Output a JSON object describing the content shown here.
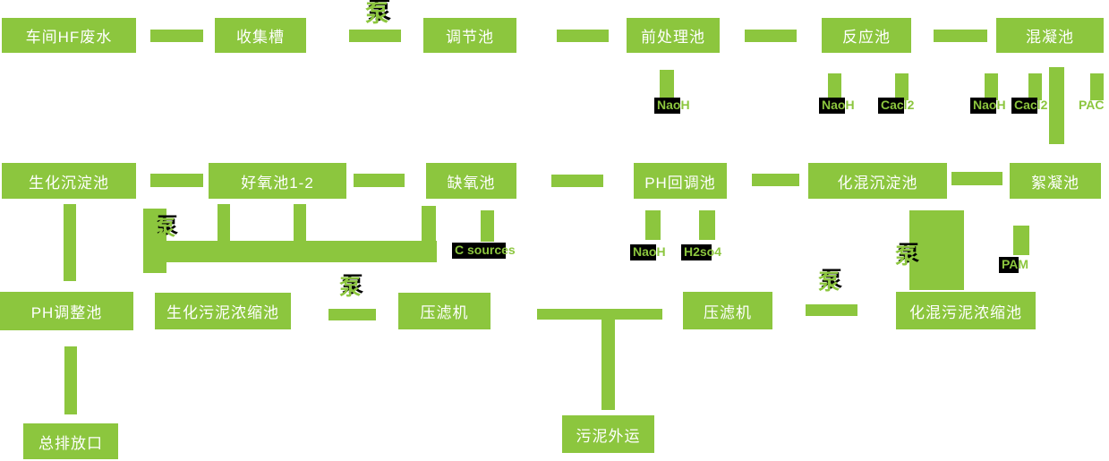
{
  "title": "HF废水处理工艺流程图",
  "colors": {
    "green": "#8cc63e",
    "black": "#000000",
    "box_text": "#ffffff",
    "background": "#ffffff"
  },
  "nodes": {
    "workshop_hf": "车间HF废水",
    "collection_tank": "收集槽",
    "regulating_tank": "调节池",
    "pretreatment_tank": "前处理池",
    "reaction_tank": "反应池",
    "coagulation_tank": "混凝池",
    "bio_sedimentation_tank": "生化沉淀池",
    "aerobic_tank": "好氧池1-2",
    "anoxic_tank": "缺氧池",
    "ph_rebound_tank": "PH回调池",
    "chem_sedimentation_tank": "化混沉淀池",
    "flocculation_tank": "絮凝池",
    "ph_adjust_tank": "PH调整池",
    "bio_sludge_thickener": "生化污泥浓缩池",
    "filter_press_bio": "压滤机",
    "filter_press_chem": "压滤机",
    "chem_sludge_thickener": "化混污泥浓缩池",
    "final_outfall": "总排放口",
    "sludge_outbound": "污泥外运"
  },
  "dosing": {
    "pump": "泵",
    "naoh": "NaoH",
    "cacl2": "Cacl2",
    "pac": "PAC",
    "h2so4": "H2so4",
    "pam": "PAM",
    "c_sources": "C sources"
  }
}
